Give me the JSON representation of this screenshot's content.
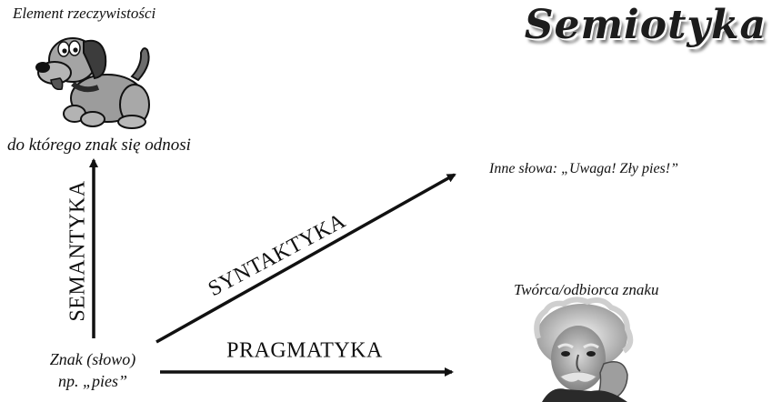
{
  "title": "Semiotyka",
  "reality": {
    "label": "Element rzeczywistości",
    "caption": "do którego znak się odnosi"
  },
  "sign": {
    "line1": "Znak (słowo)",
    "line2": "np. „pies”"
  },
  "other_words": "Inne słowa: „Uwaga! Zły pies!”",
  "creator": "Twórca/odbiorca znaku",
  "arrows": {
    "semantics": "SEMANTYKA",
    "syntax": "SYNTAKTYKA",
    "pragmatics": "PRAGMATYKA"
  },
  "images": {
    "dog": "cartoon-dog-illustration",
    "person": "scientist-portrait-illustration"
  }
}
